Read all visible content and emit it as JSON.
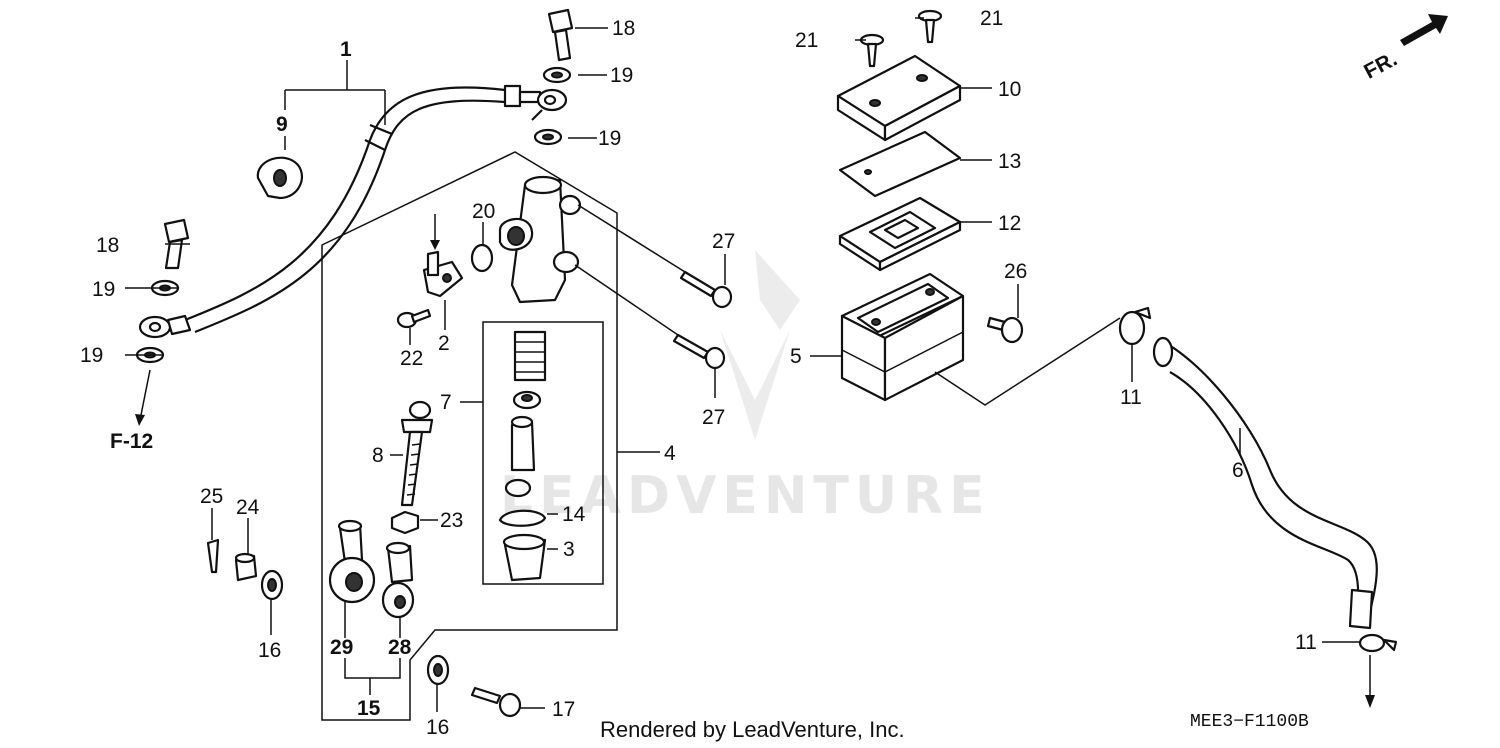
{
  "diagram": {
    "orientation_label": "FR.",
    "reference_label": "F-12",
    "drawing_code": "MEE3−F1100B",
    "credit": "Rendered by LeadVenture, Inc.",
    "watermark": "LEADVENTURE",
    "callouts": {
      "c1": "1",
      "c2": "2",
      "c3": "3",
      "c4": "4",
      "c5": "5",
      "c6": "6",
      "c7": "7",
      "c8": "8",
      "c9": "9",
      "c10": "10",
      "c11a": "11",
      "c11b": "11",
      "c12": "12",
      "c13": "13",
      "c14": "14",
      "c15": "15",
      "c16a": "16",
      "c16b": "16",
      "c17": "17",
      "c18a": "18",
      "c18b": "18",
      "c19a": "19",
      "c19b": "19",
      "c19c": "19",
      "c19d": "19",
      "c20": "20",
      "c21a": "21",
      "c21b": "21",
      "c22": "22",
      "c23": "23",
      "c24": "24",
      "c25": "25",
      "c26": "26",
      "c27a": "27",
      "c27b": "27",
      "c28": "28",
      "c29": "29"
    }
  }
}
